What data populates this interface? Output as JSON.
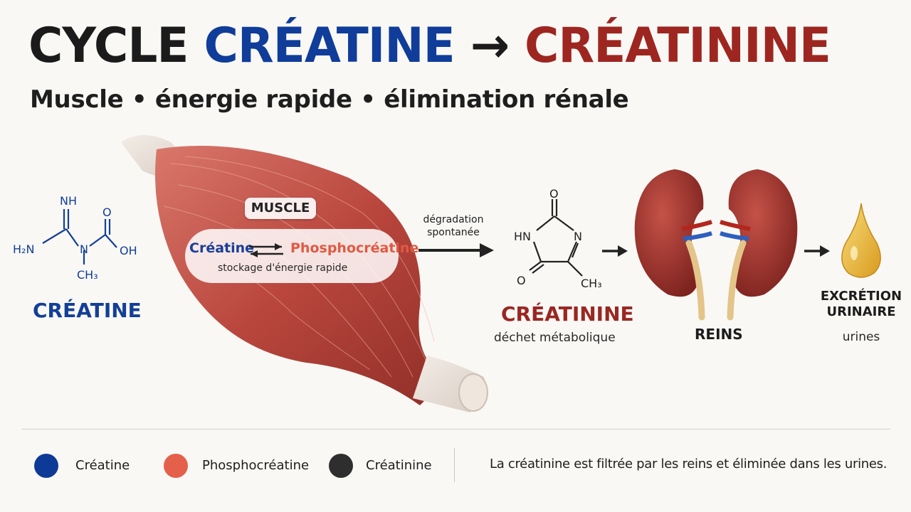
{
  "title": {
    "part1": "CYCLE ",
    "part2": "CRÉATINE",
    "arrow": " → ",
    "part3": "CRÉATININE"
  },
  "subtitle": "Muscle • énergie rapide • élimination rénale",
  "creatine": {
    "atoms": {
      "nh": "NH",
      "h2n": "H₂N",
      "n": "N",
      "o": "O",
      "oh": "OH",
      "ch3": "CH₃"
    },
    "caption": "CRÉATINE"
  },
  "muscle": {
    "label": "MUSCLE",
    "creatine": "Créatine",
    "phosphocreatine": "Phosphocréatine",
    "storage": "stockage d'énergie rapide"
  },
  "degradation": {
    "line1": "dégradation",
    "line2": "spontanée"
  },
  "creatinine": {
    "atoms": {
      "o_top": "O",
      "hn": "HN",
      "n": "N",
      "o_bottom": "O",
      "ch3": "CH₃"
    },
    "caption": "CRÉATININE",
    "sub": "déchet métabolique"
  },
  "kidneys": {
    "caption": "REINS"
  },
  "excretion": {
    "line1": "EXCRÉTION",
    "line2": "URINAIRE",
    "sub": "urines"
  },
  "legend": {
    "items": [
      {
        "label": "Créatine",
        "color": "#0d3a97"
      },
      {
        "label": "Phosphocréatine",
        "color": "#e5604a"
      },
      {
        "label": "Créatinine",
        "color": "#2e2e2e"
      }
    ],
    "note": "La créatinine est filtrée par les reins et éliminée dans les urines."
  },
  "colors": {
    "creatine_blue": "#133f96",
    "creatinine_red": "#9e2620",
    "phospho_orange": "#e5604a",
    "muscle": "#c0564c",
    "urine": "#e8b43a"
  }
}
